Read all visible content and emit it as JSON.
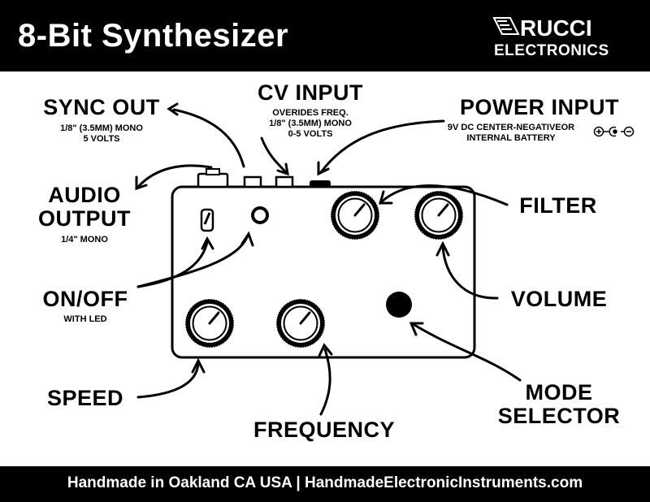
{
  "header": {
    "title": "8-Bit Synthesizer",
    "logo_top": "RUCCI",
    "logo_bottom": "ELECTRONICS"
  },
  "labels": {
    "sync_out": {
      "title": "SYNC OUT",
      "line1": "1/8\" (3.5MM) MONO",
      "line2": "5 VOLTS"
    },
    "cv_input": {
      "title": "CV INPUT",
      "line1": "OVERIDES FREQ.",
      "line2": "1/8\" (3.5MM) MONO",
      "line3": "0-5 VOLTS"
    },
    "power_input": {
      "title": "POWER INPUT",
      "line1": "9V DC CENTER-NEGATIVEOR",
      "line2": "INTERNAL BATTERY"
    },
    "audio_output": {
      "title1": "AUDIO",
      "title2": "OUTPUT",
      "line1": "1/4\" MONO"
    },
    "filter": {
      "title": "FILTER"
    },
    "on_off": {
      "title": "ON/OFF",
      "line1": "WITH LED"
    },
    "volume": {
      "title": "VOLUME"
    },
    "speed": {
      "title": "SPEED"
    },
    "frequency": {
      "title": "FREQUENCY"
    },
    "mode_selector": {
      "title1": "MODE",
      "title2": "SELECTOR"
    }
  },
  "footer": {
    "text": "Handmade in Oakland CA USA | HandmadeElectronicInstruments.com"
  }
}
